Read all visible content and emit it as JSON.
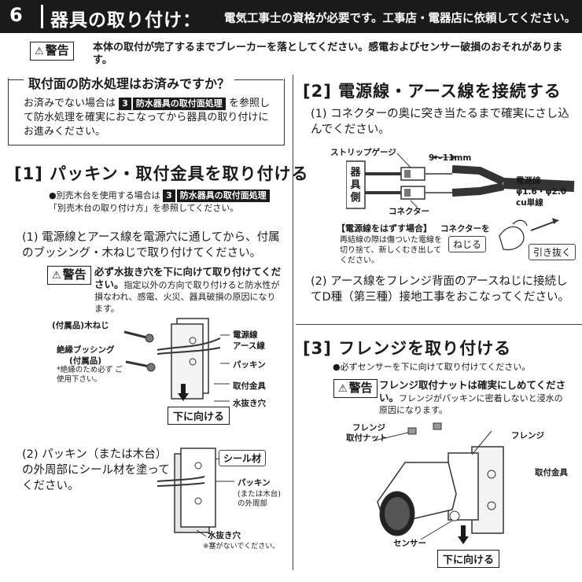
{
  "header": {
    "number": "6",
    "title": "器具の取り付け：",
    "subtitle": "電気工事士の資格が必要です。工事店・電器店に依頼してください。"
  },
  "top_warning": {
    "badge": "警告",
    "text": "本体の取付が完了するまでブレーカーを落としてください。感電およびセンサー破損のおそれがあります。"
  },
  "waterproof": {
    "title": "取付面の防水処理はお済みですか？",
    "text_before": "お済みでない場合は",
    "tag_num": "3",
    "tag_label": "防水器具の取付面処理",
    "text_after": "を参照して防水処理を確実におこなってから器具の取り付けにお進みください。"
  },
  "section1": {
    "title": "[1] パッキン・取付金具を取り付ける",
    "note_before": "●別売木台を使用する場合は",
    "note_tag_num": "3",
    "note_tag_label": "防水器具の取付面処理",
    "note_after": "「別売木台の取り付け方」を参照してください。",
    "step1": "(1) 電源線とアース線を電源穴に通してから、付属のブッシング・木ねじで取り付けてください。",
    "warn_badge": "警告",
    "warn_bold": "必ず水抜き穴を下に向けて取り付けてください。",
    "warn_text": "指定以外の方向で取り付けると防水性が損なわれ、感電、火災、器具破損の原因になります。",
    "diagram1": {
      "screw": "(付属品)木ねじ",
      "bushing": "絶縁ブッシング",
      "bushing_sub": "(付属品)",
      "bushing_note": "*絶縁のため必ず ご使用下さい。",
      "power_line": "電源線",
      "earth_line": "アース線",
      "packing": "パッキン",
      "bracket": "取付金具",
      "drain": "水抜き穴",
      "face_down": "下に向ける"
    },
    "step2": "(2) パッキン（または木台）の外周部にシール材を塗ってください。",
    "diagram2": {
      "seal": "シール材",
      "packing": "パッキン",
      "packing_sub": "(または木台)",
      "packing_sub2": "の外周部",
      "drain": "水抜き穴",
      "drain_note": "※塞がないでください。"
    }
  },
  "section2": {
    "title": "[2] 電源線・アース線を接続する",
    "step1": "(1) コネクターの奥に突き当たるまで確実にさし込んでください。",
    "diagram": {
      "strip_gauge": "ストリップゲージ",
      "length": "9～11mm",
      "fixture_side": "器具側",
      "connector": "コネクター",
      "power_line": "電源線",
      "diameter": "φ1.6・φ2.0",
      "cu": "cu単線",
      "remove_title": "【電源線をはずす場合】",
      "remove_text": "再結線の際は傷ついた電線を切り捨て、新しくむき出してください。",
      "connector_label": "コネクターを",
      "twist": "ねじる",
      "pull": "引き抜く"
    },
    "step2": "(2) アース線をフレンジ背面のアースねじに接続してD種（第三種）接地工事をおこなってください。"
  },
  "section3": {
    "title": "[3] フレンジを取り付ける",
    "note": "●必ずセンサーを下に向けて取り付けてください。",
    "warn_badge": "警告",
    "warn_bold": "フレンジ取付ナットは確実にしめてください。",
    "warn_text": "フレンジがパッキンに密着しないと浸水の原因になります。",
    "diagram": {
      "nut": "フレンジ",
      "nut2": "取付ナット",
      "flange": "フレンジ",
      "bracket": "取付金具",
      "sensor": "センサー",
      "face_down": "下に向ける"
    }
  }
}
